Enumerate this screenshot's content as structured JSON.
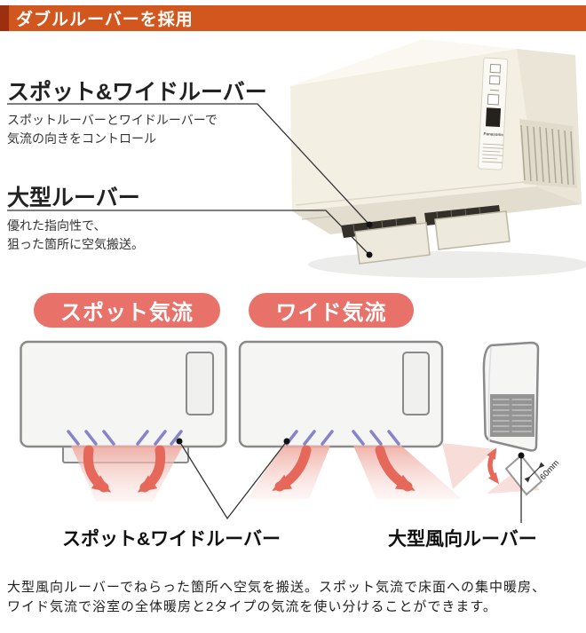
{
  "header": {
    "title": "ダブルルーバーを採用"
  },
  "sections": {
    "spot_wide": {
      "heading": "スポット&ワイドルーバー",
      "lines": [
        "スポットルーバーとワイドルーバーで",
        "気流の向きをコントロール"
      ]
    },
    "large": {
      "heading": "大型ルーバー",
      "lines": [
        "優れた指向性で、",
        "狙った箇所に空気搬送。"
      ]
    }
  },
  "badges": {
    "spot": "スポット気流",
    "wide": "ワイド気流"
  },
  "diagram_labels": {
    "spot_wide_louver": "スポット&ワイドルーバー",
    "large_wind_louver": "大型風向ルーバー",
    "dimension": "60mm"
  },
  "product": {
    "brand": "Panasonic"
  },
  "footer": {
    "lines": [
      "大型風向ルーバーでねらった箇所へ空気を搬送。スポット気流で床面への集中暖房、",
      "ワイド気流で浴室の全体暖房と2タイプの気流を使い分けることができます。"
    ]
  },
  "colors": {
    "header_bar": "#d2571e",
    "header_stripe": "#9c2f10",
    "badge_pink": "#e8716a",
    "arrow_red": "#e5685b",
    "airflow_pink": "#efa99f",
    "louver_purple": "#8983c9",
    "diagram_stroke": "#8a8a8a"
  }
}
